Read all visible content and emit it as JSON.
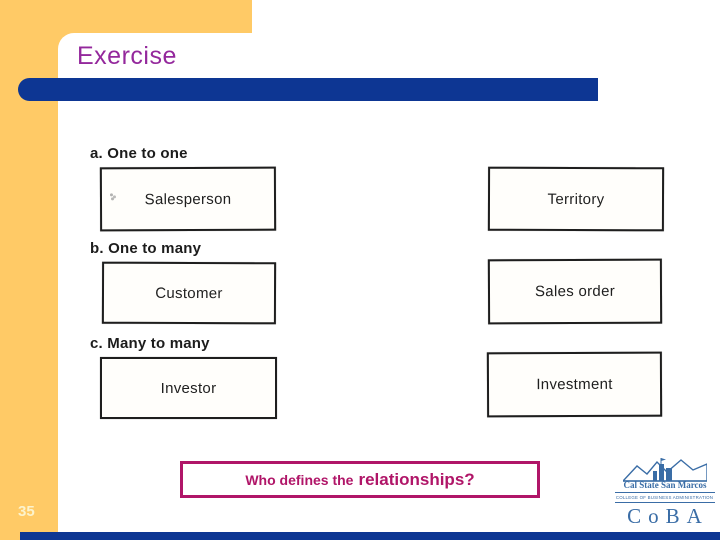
{
  "slide": {
    "title": "Exercise",
    "page_number": "35",
    "sections": [
      {
        "label": "a. One to one",
        "left_box": "Salesperson",
        "right_box": "Territory"
      },
      {
        "label": "b. One to many",
        "left_box": "Customer",
        "right_box": "Sales order"
      },
      {
        "label": "c. Many to many",
        "left_box": "Investor",
        "right_box": "Investment"
      }
    ],
    "question": {
      "prefix": "Who defines the",
      "emphasis": "relationships?"
    },
    "logo": {
      "institution": "Cal State San Marcos",
      "college": "COLLEGE OF BUSINESS ADMINISTRATION",
      "acronym": "CoBA"
    },
    "colors": {
      "accent_yellow": "#FFCA66",
      "accent_navy": "#0D3693",
      "title_purple": "#94289C",
      "question_crimson": "#B01568",
      "logo_blue": "#3A6DA6",
      "scan_ink": "#1E1E1E"
    }
  }
}
